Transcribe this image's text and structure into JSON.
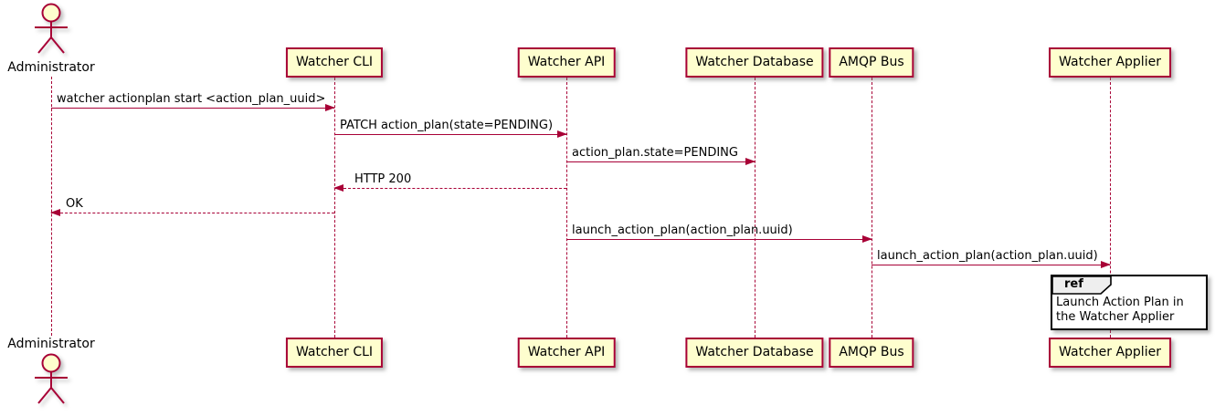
{
  "colors": {
    "stroke": "#A80036",
    "participant_fill": "#FEFECE",
    "ref_header_fill": "#EEEEEE",
    "ref_border": "#000000",
    "text": "#000000"
  },
  "actor": {
    "label": "Administrator"
  },
  "participants": [
    {
      "label": "Watcher CLI"
    },
    {
      "label": "Watcher API"
    },
    {
      "label": "Watcher Database"
    },
    {
      "label": "AMQP Bus"
    },
    {
      "label": "Watcher Applier"
    }
  ],
  "messages": [
    {
      "from": "Administrator",
      "to": "Watcher CLI",
      "text": "watcher actionplan start <action_plan_uuid>",
      "line": "solid"
    },
    {
      "from": "Watcher CLI",
      "to": "Watcher API",
      "text": "PATCH action_plan(state=PENDING)",
      "line": "solid"
    },
    {
      "from": "Watcher API",
      "to": "Watcher Database",
      "text": "action_plan.state=PENDING",
      "line": "solid"
    },
    {
      "from": "Watcher API",
      "to": "Watcher CLI",
      "text": "HTTP 200",
      "line": "dashed"
    },
    {
      "from": "Watcher CLI",
      "to": "Administrator",
      "text": "OK",
      "line": "dashed"
    },
    {
      "from": "Watcher API",
      "to": "AMQP Bus",
      "text": "launch_action_plan(action_plan.uuid)",
      "line": "solid"
    },
    {
      "from": "AMQP Bus",
      "to": "Watcher Applier",
      "text": "launch_action_plan(action_plan.uuid)",
      "line": "solid"
    }
  ],
  "ref_fragment": {
    "keyword": "ref",
    "text": "Launch Action Plan in the Watcher Applier"
  }
}
